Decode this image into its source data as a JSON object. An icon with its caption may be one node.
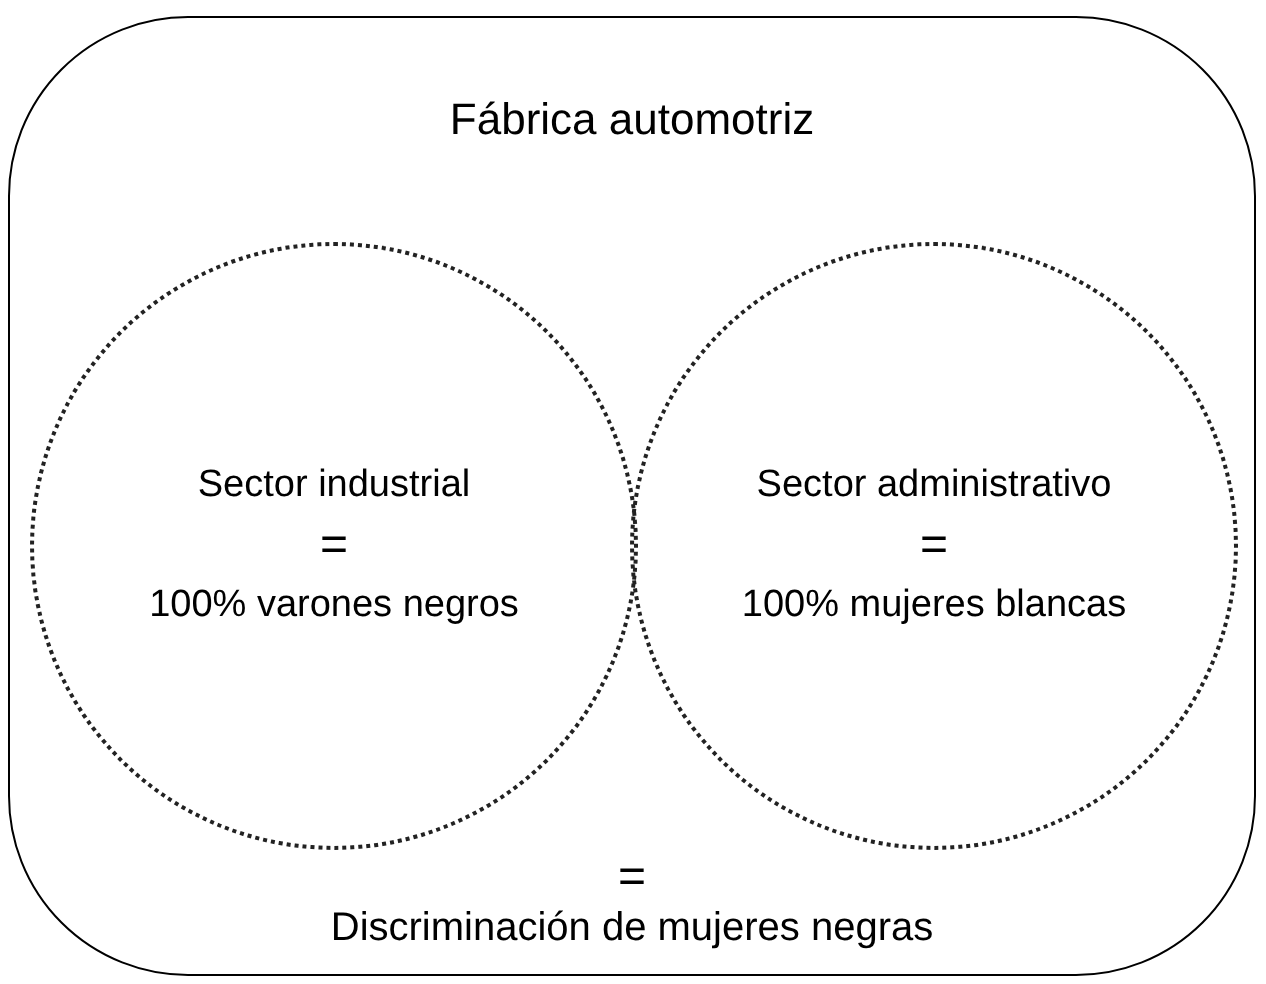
{
  "diagram": {
    "nodes": [
      {
        "text": [
          "Fábrica automotriz",
          "=",
          "Discriminación de mujeres negras"
        ]
      },
      {
        "text": [
          "Sector industrial",
          "=",
          "100% varones negros"
        ],
        "in": 0
      },
      {
        "text": [
          "Sector administrativo",
          "=",
          "100% mujeres blancas"
        ],
        "in": 0
      }
    ]
  }
}
